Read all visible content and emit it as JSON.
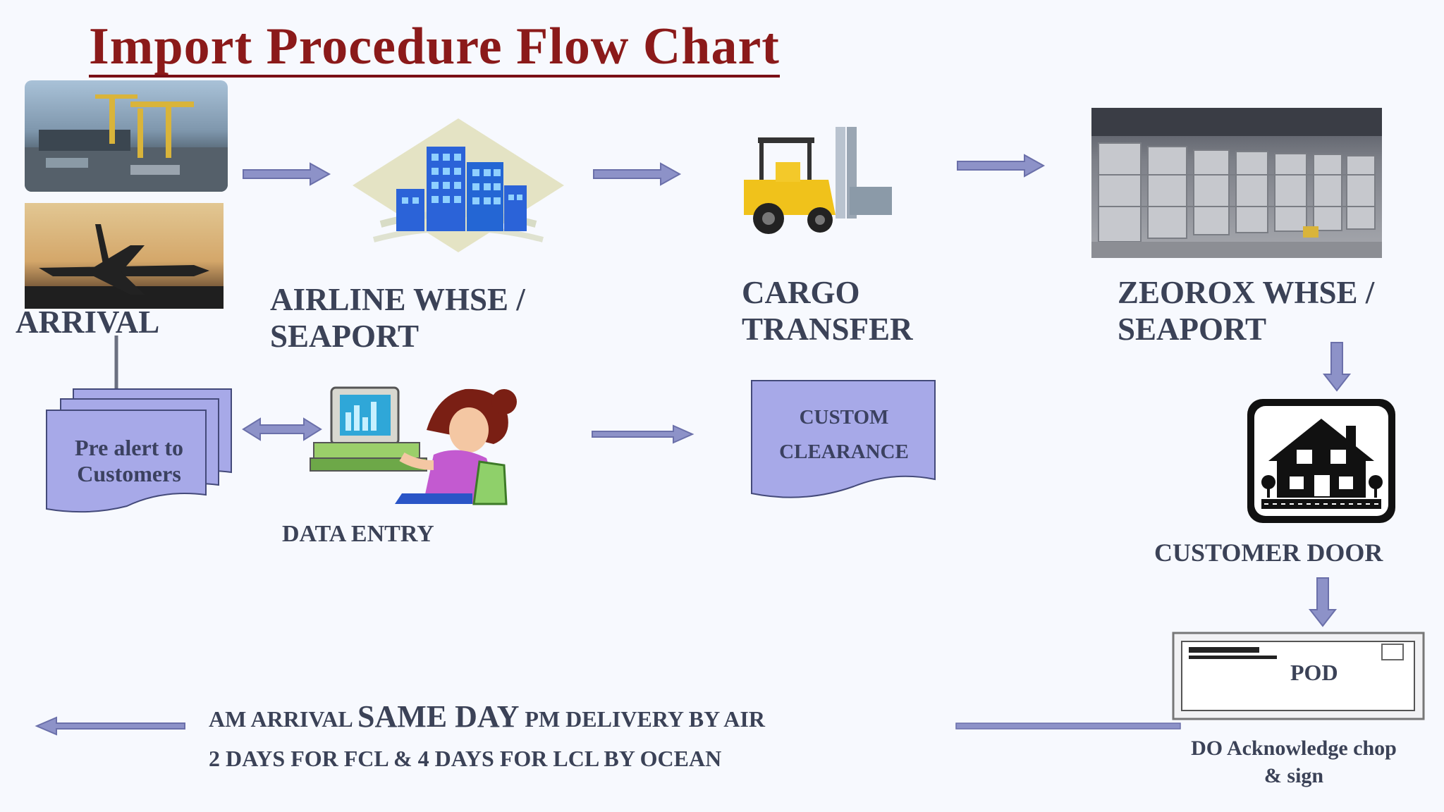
{
  "title": "Import Procedure Flow Chart",
  "nodes": {
    "arrival": "ARRIVAL",
    "airline_whse_1": "AIRLINE WHSE /",
    "airline_whse_2": "SEAPORT",
    "cargo_transfer_1": "CARGO",
    "cargo_transfer_2": "TRANSFER",
    "zeorox_whse_1": "ZEOROX WHSE /",
    "zeorox_whse_2": "SEAPORT",
    "pre_alert_1": "Pre alert to",
    "pre_alert_2": "Customers",
    "data_entry": "DATA ENTRY",
    "custom_clearance_1": "CUSTOM",
    "custom_clearance_2": "CLEARANCE",
    "customer_door": "CUSTOMER DOOR",
    "pod": "POD",
    "do_ack_1": "DO Acknowledge chop",
    "do_ack_2": "& sign"
  },
  "footer": {
    "line1_pre": "AM ARRIVAL",
    "line1_emph": "SAME DAY",
    "line1_post": "PM DELIVERY BY AIR",
    "line2": "2 DAYS FOR FCL & 4 DAYS FOR LCL BY OCEAN"
  },
  "colors": {
    "title": "#8b1a1a",
    "arrow": "#8d92c8",
    "doc_fill": "#a7a9e8",
    "label": "#3b4257"
  },
  "icons": [
    "ship-port-photo",
    "airplane-photo",
    "office-building-icon",
    "forklift-icon",
    "warehouse-photo",
    "computer-user-icon",
    "house-icon",
    "pod-card-icon"
  ]
}
